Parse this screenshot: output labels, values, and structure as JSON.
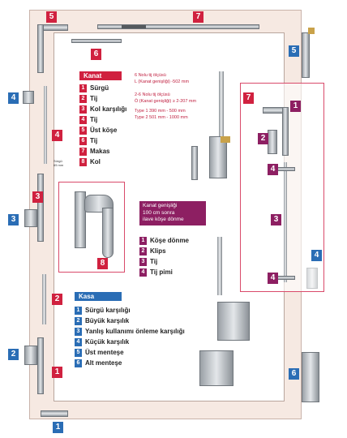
{
  "kanat": {
    "title": "Kanat",
    "items": [
      {
        "num": "1",
        "label": "Sürgü"
      },
      {
        "num": "2",
        "label": "Tij"
      },
      {
        "num": "3",
        "label": "Kol karşılığı"
      },
      {
        "num": "4",
        "label": "Tij"
      },
      {
        "num": "5",
        "label": "Üst köşe"
      },
      {
        "num": "6",
        "label": "Tij"
      },
      {
        "num": "7",
        "label": "Makas"
      },
      {
        "num": "8",
        "label": "Kol"
      }
    ]
  },
  "kasa": {
    "title": "Kasa",
    "items": [
      {
        "num": "1",
        "label": "Sürgü karşılığı"
      },
      {
        "num": "2",
        "label": "Büyük karşılık"
      },
      {
        "num": "3",
        "label": "Yanlış kullanımı önleme karşılığı"
      },
      {
        "num": "4",
        "label": "Küçük karşılık"
      },
      {
        "num": "5",
        "label": "Üst menteşe"
      },
      {
        "num": "6",
        "label": "Alt menteşe"
      }
    ]
  },
  "info_box": {
    "line1": "Kanat genişliği",
    "line2": "100 cm sonra",
    "line3": "ilave köşe dönme"
  },
  "corner": {
    "items": [
      {
        "num": "1",
        "label": "Köşe dönme"
      },
      {
        "num": "2",
        "label": "Klips"
      },
      {
        "num": "3",
        "label": "Tij"
      },
      {
        "num": "4",
        "label": "Tij pimi"
      }
    ]
  },
  "notes": {
    "tij6_title": "6 Nolu tij ölçüsü",
    "tij6_formula": "L (Kanat genişliği) -502 mm",
    "tij26_title": "2-6 Nolu tij ölçüsü",
    "tij26_formula": "Ö (Kanat genişliği) ≥ 2-207 mm",
    "type1": "Type 1   390 mm - 500 mm",
    "type2": "Type 2   501 mm - 1000 mm",
    "side_small": "Sürgü\n65 mm"
  },
  "badges": {
    "red": [
      "5",
      "7",
      "6",
      "4",
      "3",
      "2",
      "1",
      "8",
      "7"
    ],
    "blue": [
      "5",
      "4",
      "3",
      "2",
      "4",
      "6",
      "1"
    ],
    "purple": [
      "1",
      "2",
      "4",
      "3",
      "4"
    ]
  },
  "colors": {
    "kanat_red": "#d0213f",
    "kasa_blue": "#2a6db5",
    "corner_purple": "#8d1f62",
    "frame_fill": "#f6e9e2"
  }
}
